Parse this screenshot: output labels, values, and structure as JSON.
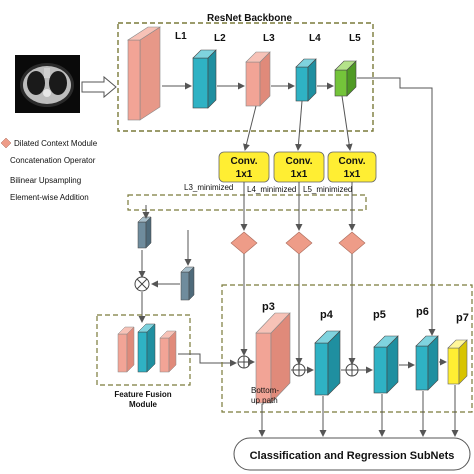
{
  "backbone": {
    "title": "ResNet Backbone",
    "layers": [
      "L1",
      "L2",
      "L3",
      "L4",
      "L5"
    ]
  },
  "conv": [
    "Conv.",
    "1x1"
  ],
  "minimized": [
    "L3_minimized",
    "L4_minimized",
    "L5_minimized"
  ],
  "legend": [
    "Dilated Context Module",
    "Concatenation Operator",
    "Bilinear Upsampling",
    "Element-wise Addition"
  ],
  "fusion": {
    "line1": "Feature Fusion",
    "line2": "Module"
  },
  "bottom_up": {
    "line1": "Bottom-",
    "line2": "up path"
  },
  "pyramid": [
    "p3",
    "p4",
    "p5",
    "p6",
    "p7"
  ],
  "subnets": "Classification and Regression SubNets",
  "colors": {
    "salmon": "#f2a496",
    "teal": "#2fb2c4",
    "green": "#74c43a",
    "yellow": "#ffee33",
    "slate": "#6f8c9d",
    "diamond": "#ee9c88",
    "dash": "#7a7a3a",
    "arrow": "#5a5a5a"
  }
}
